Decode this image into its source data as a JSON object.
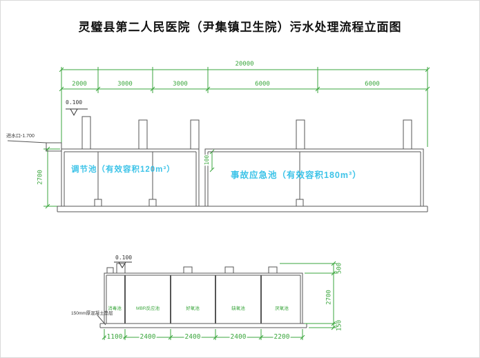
{
  "title": "灵璧县第二人民医院（尹集镇卫生院）污水处理流程立面图",
  "colors": {
    "dimension_green": "#3aa63c",
    "label_cyan": "#3cc3e8",
    "line_gray": "#555555"
  },
  "upper_view": {
    "total_dim": "20000",
    "segment_dims": [
      "2000",
      "3000",
      "3000",
      "6000",
      "6000"
    ],
    "elevation_mark": "0.100",
    "inlet_label": "进水口-1.700",
    "depth_dim": "2700",
    "freeboard_dim": "100",
    "tanks": [
      {
        "label": "调节池（有效容积120m³）"
      },
      {
        "label": "事故应急池（有效容积180m³）"
      }
    ]
  },
  "lower_view": {
    "elevation_mark": "0.100",
    "base_note": "150mm厚混凝土垫层",
    "compartments": [
      "消毒池",
      "MBR反应池",
      "好氧池",
      "缺氧池",
      "厌氧池"
    ],
    "bottom_dims": [
      "1100",
      "2400",
      "2400",
      "2400",
      "2200"
    ],
    "height_dims": [
      "500",
      "2700",
      "150"
    ]
  }
}
